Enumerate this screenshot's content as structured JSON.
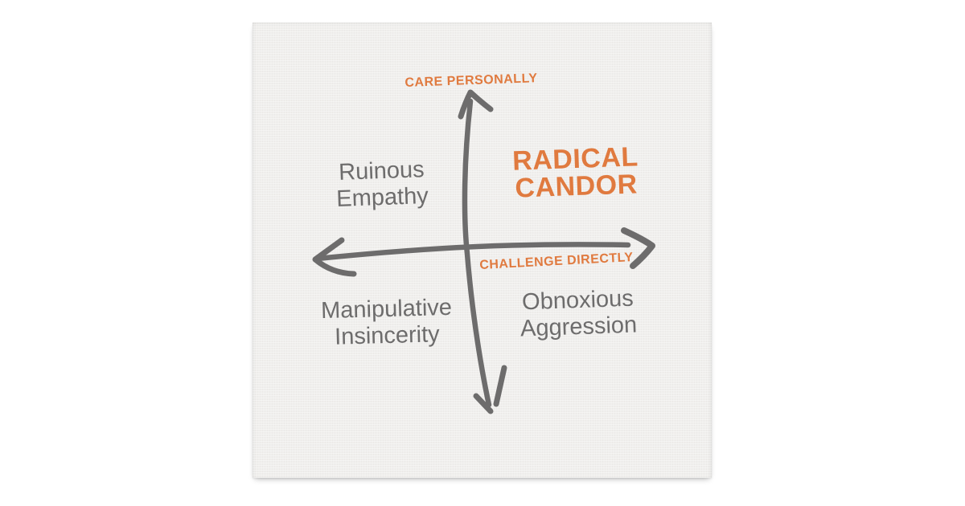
{
  "theme": {
    "accent": "#e07a3f",
    "ink": "#6d6c6c",
    "canvas": "#f0efed",
    "page": "#ffffff"
  },
  "poster": {
    "y_axis_label": "CARE PERSONALLY",
    "x_axis_label": "CHALLENGE DIRECTLY",
    "quadrants": {
      "top_left": {
        "line1": "Ruinous",
        "line2": "Empathy"
      },
      "top_right": {
        "line1": "RADICAL",
        "line2": "CANDOR"
      },
      "bottom_left": {
        "line1": "Manipulative",
        "line2": "Insincerity"
      },
      "bottom_right": {
        "line1": "Obnoxious",
        "line2": "Aggression"
      }
    }
  },
  "diagram": {
    "type": "quadrant-2x2",
    "x_axis": "CHALLENGE DIRECTLY",
    "y_axis": "CARE PERSONALLY",
    "quadrant_labels": {
      "top_left": "Ruinous Empathy",
      "top_right": "RADICAL CANDOR",
      "bottom_left": "Manipulative Insincerity",
      "bottom_right": "Obnoxious Aggression"
    }
  }
}
